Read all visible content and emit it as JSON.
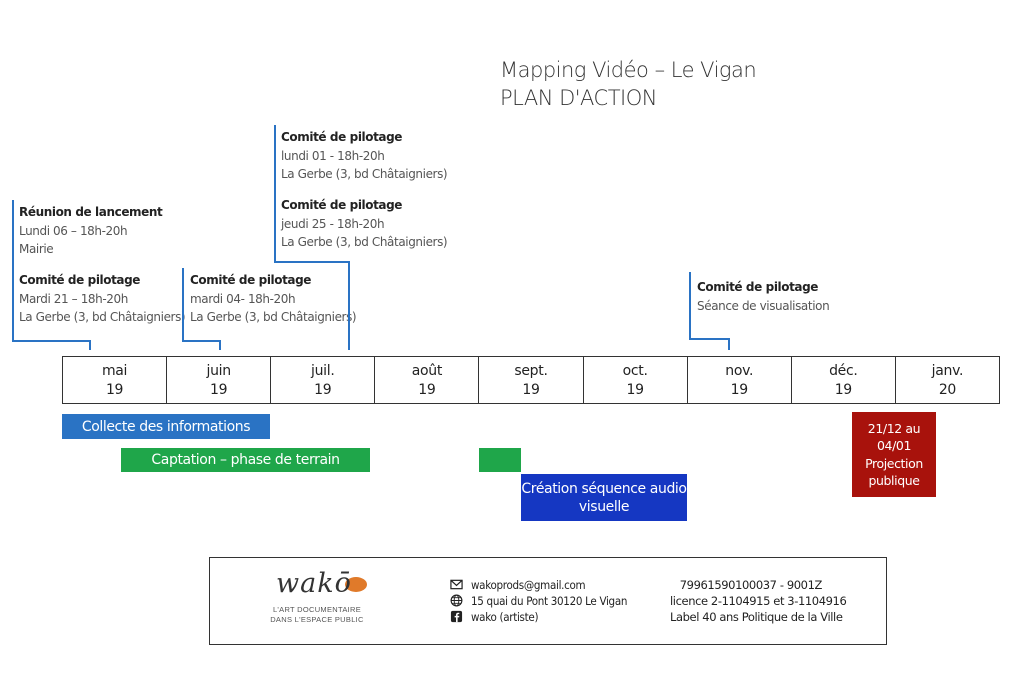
{
  "header": {
    "line1": "Mapping Vidéo – Le Vigan",
    "line2": "PLAN D'ACTION"
  },
  "events": {
    "lancement": {
      "title": "Réunion de lancement",
      "l1": "Lundi 06 – 18h-20h",
      "l2": "Mairie"
    },
    "mai": {
      "title": "Comité de pilotage",
      "l1": "Mardi 21 – 18h-20h",
      "l2": "La Gerbe (3, bd Châtaigniers)"
    },
    "juin": {
      "title": "Comité de pilotage",
      "l1": "mardi 04- 18h-20h",
      "l2": "La Gerbe (3, bd Châtaigniers)"
    },
    "juil_a": {
      "title": "Comité de pilotage",
      "l1": "lundi 01 - 18h-20h",
      "l2": "La Gerbe (3, bd Châtaigniers)"
    },
    "juil_b": {
      "title": "Comité de pilotage",
      "l1": "jeudi 25 - 18h-20h",
      "l2": "La Gerbe (3, bd Châtaigniers)"
    },
    "nov": {
      "title": "Comité de pilotage",
      "l1": "Séance de visualisation"
    }
  },
  "months": [
    {
      "m": "mai",
      "y": "19"
    },
    {
      "m": "juin",
      "y": "19"
    },
    {
      "m": "juil.",
      "y": "19"
    },
    {
      "m": "août",
      "y": "19"
    },
    {
      "m": "sept.",
      "y": "19"
    },
    {
      "m": "oct.",
      "y": "19"
    },
    {
      "m": "nov.",
      "y": "19"
    },
    {
      "m": "déc.",
      "y": "19"
    },
    {
      "m": "janv.",
      "y": "20"
    }
  ],
  "tasks": {
    "collecte": "Collecte des informations",
    "captation": "Captation – phase de terrain",
    "creation_l1": "Création séquence audio",
    "creation_l2": "visuelle",
    "projection_l1": "21/12 au",
    "projection_l2": "04/01",
    "projection_l3": "Projection",
    "projection_l4": "publique"
  },
  "colors": {
    "blue": "#2a73c4",
    "green": "#1fa64a",
    "darkblue": "#1537c2",
    "red": "#a8120c",
    "orange": "#e07a2a"
  },
  "footer": {
    "logo": "wakō",
    "logo_sub1": "L'ART DOCUMENTAIRE",
    "logo_sub2": "DANS L'ESPACE PUBLIC",
    "email": "wakoprods@gmail.com",
    "address": "15 quai du Pont 30120 Le Vigan",
    "facebook": "wako (artiste)",
    "siret": "79961590100037 - 9001Z",
    "licence": "licence 2-1104915 et 3-1104916",
    "label": "Label 40 ans Politique de la Ville"
  }
}
